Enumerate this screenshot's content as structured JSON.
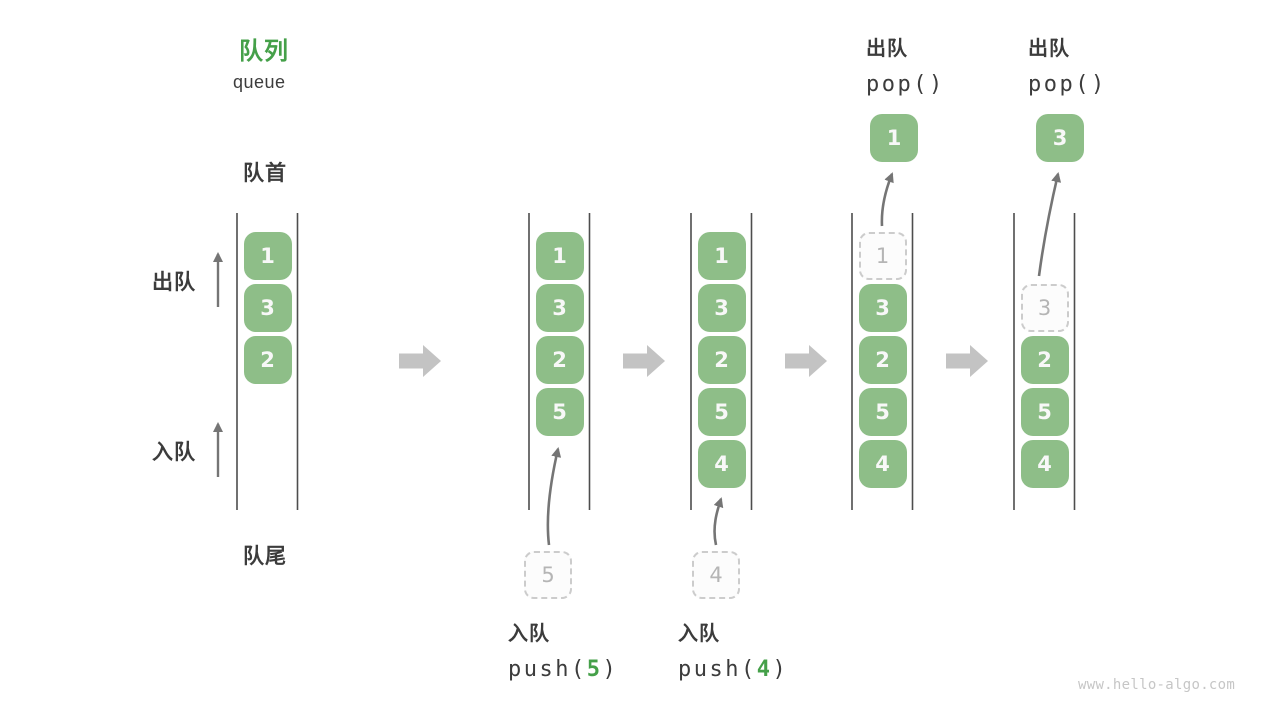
{
  "title": {
    "zh": "队列",
    "en": "queue"
  },
  "side_labels": {
    "front": "队首",
    "rear": "队尾",
    "dequeue": "出队",
    "enqueue": "入队"
  },
  "colors": {
    "item_green": "#8EBE88",
    "title_green": "#45A049",
    "arg_green": "#45A049",
    "text_dark": "#3C3C3C",
    "column_line": "#4D4D4D",
    "arrow_gray": "#757575",
    "block_arrow_gray": "#C3C3C3",
    "ghost_border": "#CCCCCC",
    "ghost_text": "#B5B5B5",
    "watermark_gray": "#C6C6C6"
  },
  "icons": {
    "flow_arrow": "right-block-arrow",
    "dequeue_direction": "up-arrow",
    "enqueue_direction": "up-arrow"
  },
  "states": [
    {
      "items": [
        {
          "value": "1",
          "slot": 0,
          "style": "solid"
        },
        {
          "value": "3",
          "slot": 1,
          "style": "solid"
        },
        {
          "value": "2",
          "slot": 2,
          "style": "solid"
        }
      ]
    },
    {
      "items": [
        {
          "value": "1",
          "slot": 0,
          "style": "solid"
        },
        {
          "value": "3",
          "slot": 1,
          "style": "solid"
        },
        {
          "value": "2",
          "slot": 2,
          "style": "solid"
        },
        {
          "value": "5",
          "slot": 3,
          "style": "solid"
        }
      ],
      "staged_value": "5"
    },
    {
      "items": [
        {
          "value": "1",
          "slot": 0,
          "style": "solid"
        },
        {
          "value": "3",
          "slot": 1,
          "style": "solid"
        },
        {
          "value": "2",
          "slot": 2,
          "style": "solid"
        },
        {
          "value": "5",
          "slot": 3,
          "style": "solid"
        },
        {
          "value": "4",
          "slot": 4,
          "style": "solid"
        }
      ],
      "staged_value": "4"
    },
    {
      "items": [
        {
          "value": "1",
          "slot": 0,
          "style": "ghost"
        },
        {
          "value": "3",
          "slot": 1,
          "style": "solid"
        },
        {
          "value": "2",
          "slot": 2,
          "style": "solid"
        },
        {
          "value": "5",
          "slot": 3,
          "style": "solid"
        },
        {
          "value": "4",
          "slot": 4,
          "style": "solid"
        }
      ],
      "popped_value": "1"
    },
    {
      "items": [
        {
          "value": "3",
          "slot": 1,
          "style": "ghost"
        },
        {
          "value": "2",
          "slot": 2,
          "style": "solid"
        },
        {
          "value": "5",
          "slot": 3,
          "style": "solid"
        },
        {
          "value": "4",
          "slot": 4,
          "style": "solid"
        }
      ],
      "popped_value": "3"
    }
  ],
  "operations": {
    "push5": {
      "label": "入队",
      "fn_open": "push(",
      "arg": "5",
      "fn_close": ")"
    },
    "push4": {
      "label": "入队",
      "fn_open": "push(",
      "arg": "4",
      "fn_close": ")"
    },
    "pop1": {
      "label": "出队",
      "fn": "pop()"
    },
    "pop2": {
      "label": "出队",
      "fn": "pop()"
    }
  },
  "watermark": "www.hello-algo.com"
}
